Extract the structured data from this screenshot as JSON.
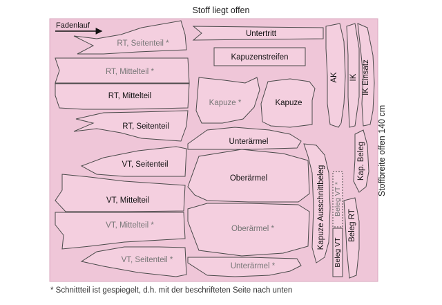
{
  "top_caption": "Stoff liegt offen",
  "side_caption": "Stoffbreite offen 140 cm",
  "footnote": "* Schnittteil ist gespiegelt, d.h. mit der beschrifteten Seite nach unten",
  "grain_label": "Fadenlauf",
  "pieces": {
    "rt_seitenteil_m": "RT, Seitenteil *",
    "rt_mittelteil_m": "RT, Mittelteil *",
    "rt_mittelteil": "RT, Mittelteil",
    "rt_seitenteil": "RT, Seitenteil",
    "vt_seitenteil": "VT, Seitenteil",
    "vt_mittelteil": "VT, Mittelteil",
    "vt_mittelteil_m": "VT, Mittelteil *",
    "vt_seitenteil_m": "VT, Seitenteil *",
    "untertritt": "Untertritt",
    "kapuzenstreifen": "Kapuzenstreifen",
    "kapuze_m": "Kapuze *",
    "kapuze": "Kapuze",
    "unterarmel": "Unterärmel",
    "oberarmel": "Oberärmel",
    "oberarmel_m": "Oberärmel *",
    "unterarmel_m": "Unterärmel *",
    "ak": "AK",
    "ik": "IK",
    "ik_einsatz": "IK Einsatz",
    "kap_beleg": "Kap. Beleg",
    "kapuze_ausschnittbeleg": "Kapuze Ausschnittbeleg",
    "beleg_vt_m": "Beleg VT *",
    "beleg_rt": "Beleg RT",
    "beleg_vt": "Beleg VT"
  },
  "colors": {
    "fabric": "#efc6d8",
    "piece_fill": "#f4cfdf",
    "outline": "#4a4a4a"
  }
}
